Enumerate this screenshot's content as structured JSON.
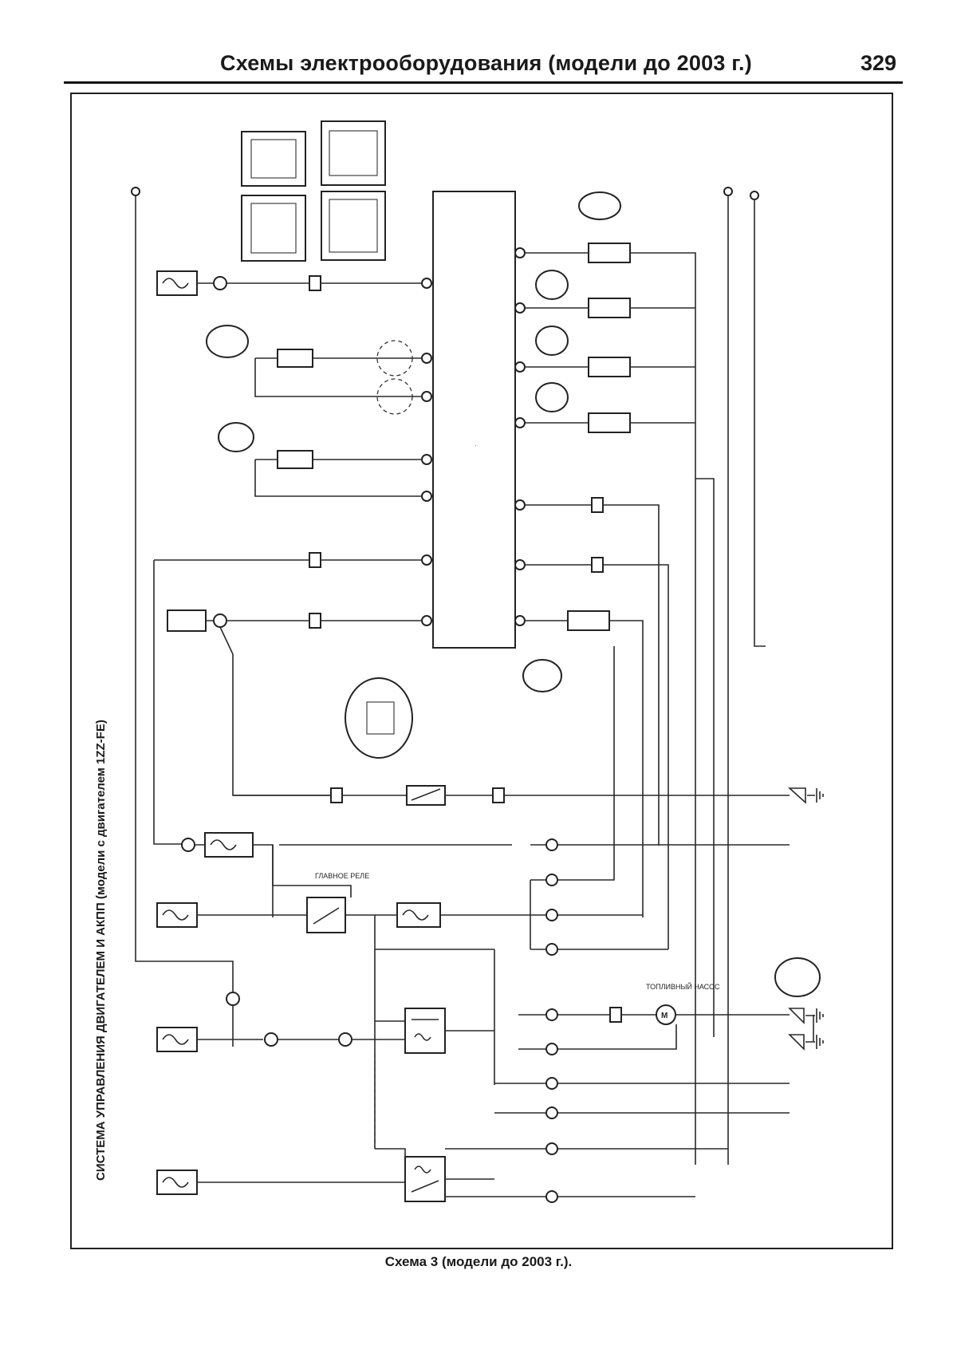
{
  "header": {
    "title": "Схемы электрооборудования (модели до 2003 г.)",
    "page_number": "329"
  },
  "sidebar_title": "СИСТЕМА УПРАВЛЕНИЯ ДВИГАТЕЛЕМ И АКПП (модели с двигателем 1ZZ-FE)",
  "diagram": {
    "main_relay_label": "ГЛАВНОЕ РЕЛЕ",
    "fuel_pump_label": "ТОПЛИВНЫЙ НАСОС"
  },
  "caption": "Схема 3 (модели до 2003 г.)."
}
